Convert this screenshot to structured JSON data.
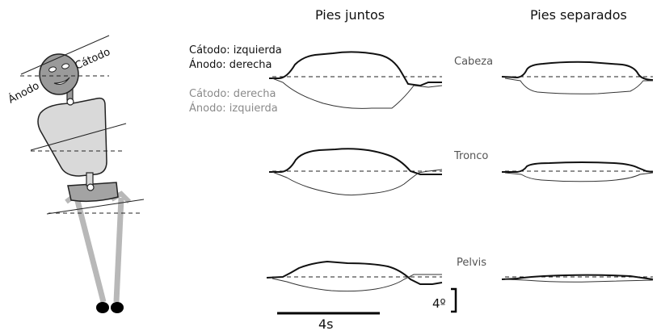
{
  "columns": {
    "feet_together": "Pies juntos",
    "feet_apart": "Pies separados"
  },
  "legend": {
    "line1": "Cátodo: izquierda",
    "line2": "Ánodo: derecha",
    "line3": "Cátodo: derecha",
    "line4": "Ánodo: izquierda"
  },
  "figure_labels": {
    "cathode": "Cátodo",
    "anode": "Ánodo"
  },
  "rows": {
    "head": "Cabeza",
    "trunk": "Tronco",
    "pelvis": "Pelvis"
  },
  "scale": {
    "time": "4s",
    "angle": "4º"
  },
  "colors": {
    "cathode_left_trace": "#111111",
    "cathode_right_trace": "#333333",
    "legend_gray": "#8a8a8a",
    "figure_gray": "#d9d9d9",
    "head_gray": "#9a9a9a",
    "leg_gray": "#b8b8b8"
  }
}
